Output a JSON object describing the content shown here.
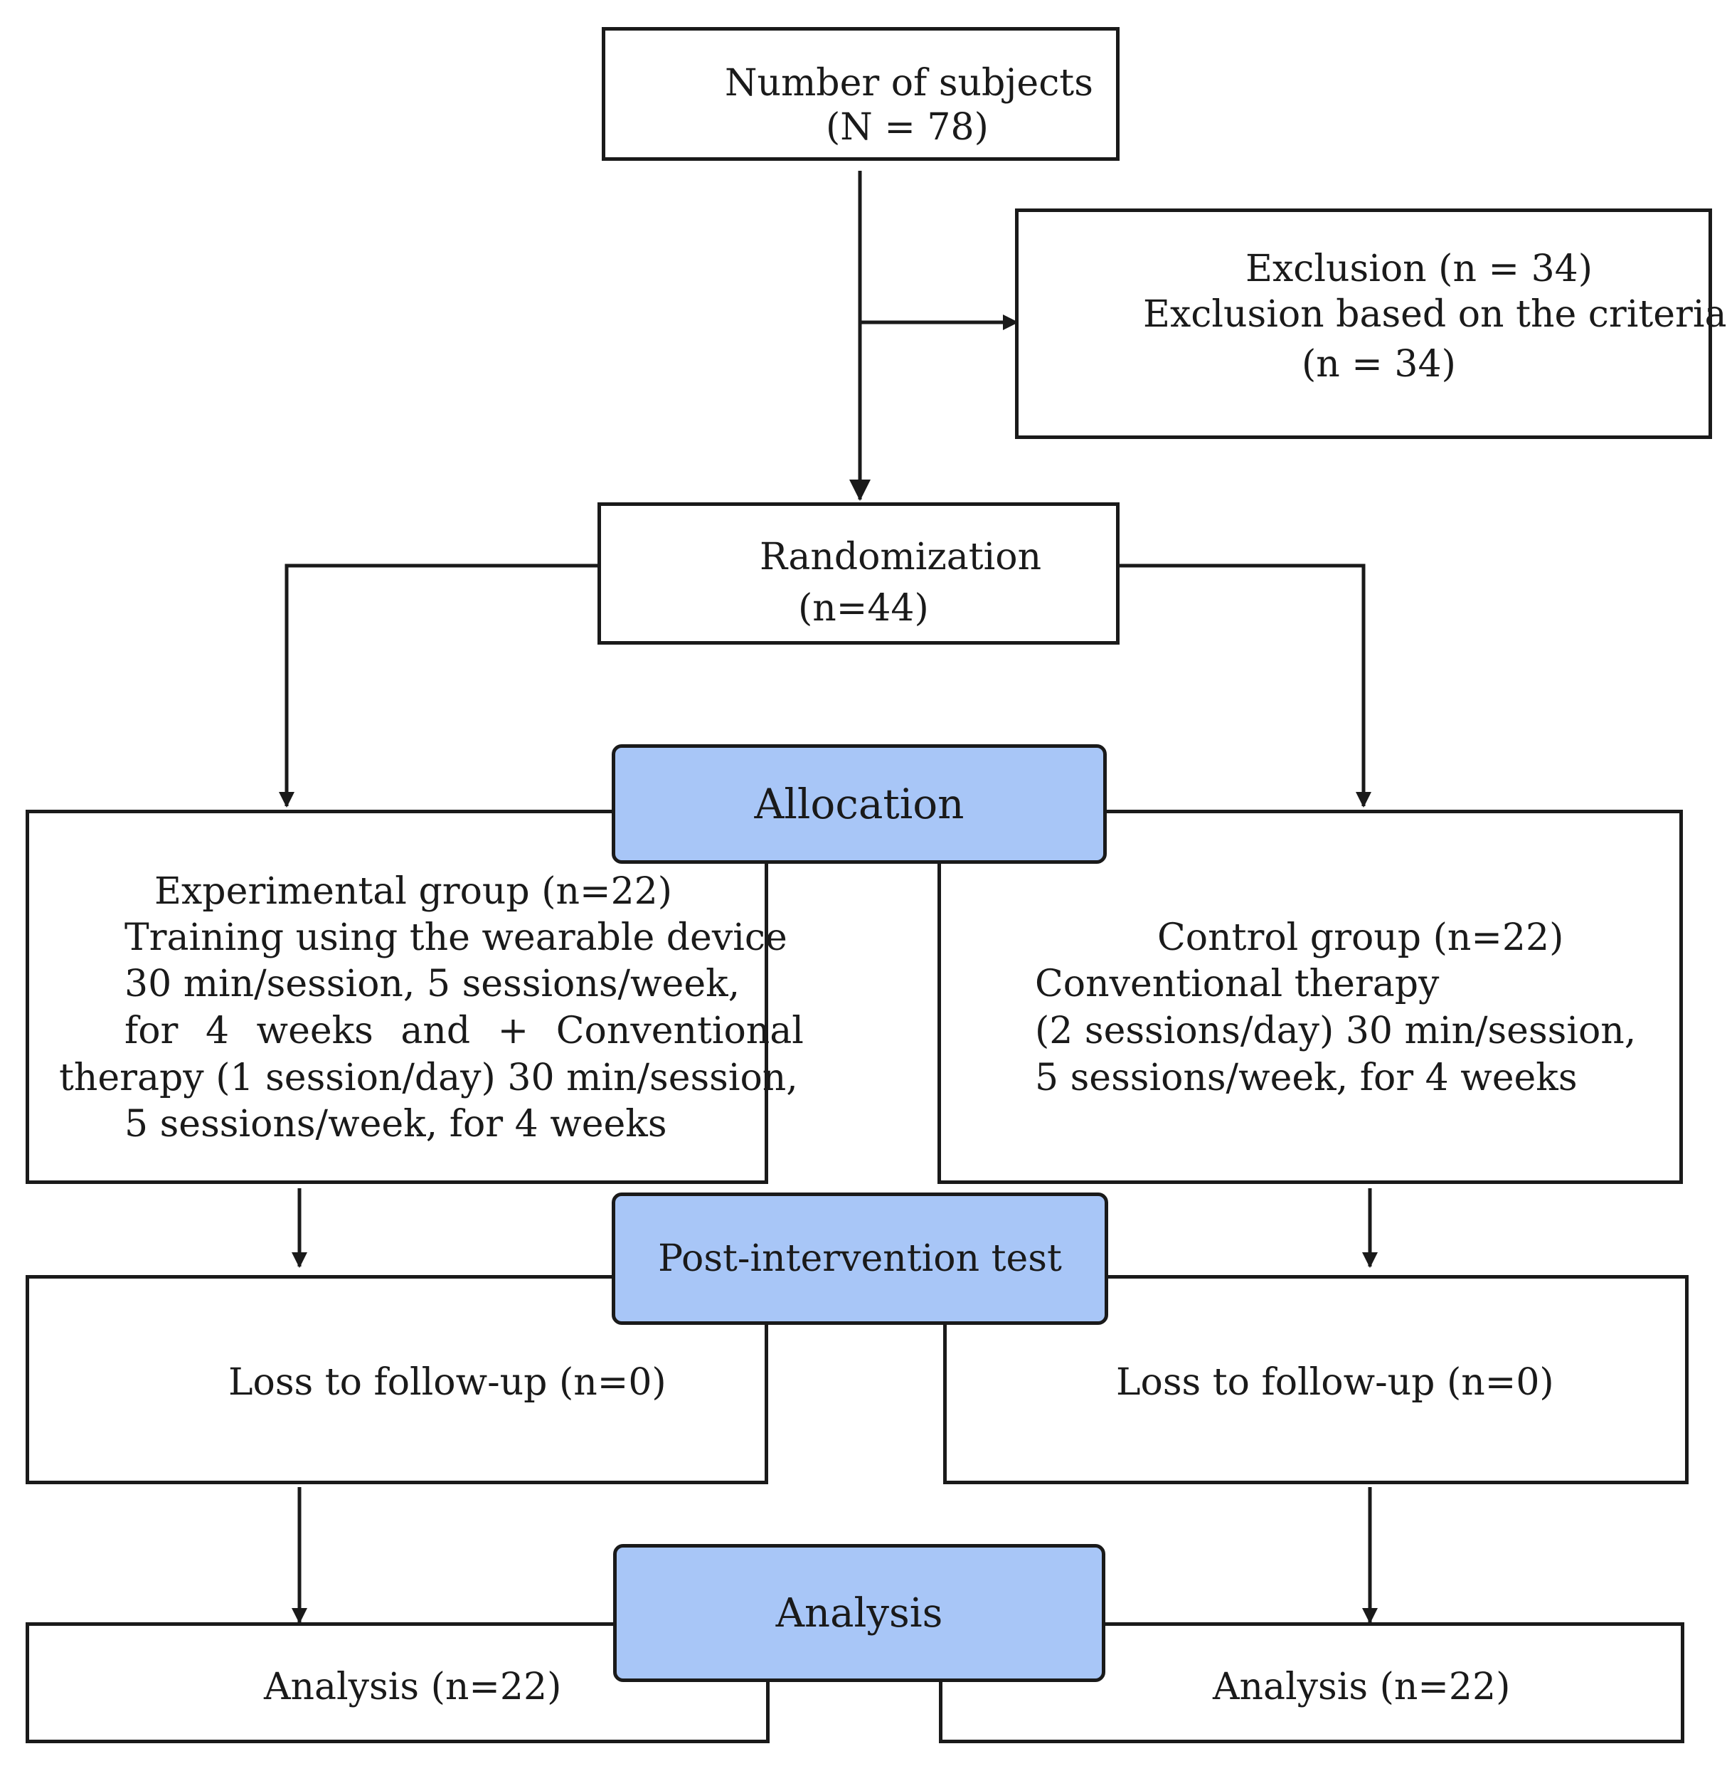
{
  "enrollment": {
    "line1": "Number of subjects",
    "line2": "(N = 78)"
  },
  "exclusion": {
    "line1": "Exclusion (n = 34)",
    "line2": "Exclusion based on the criteria",
    "line3": "(n = 34)"
  },
  "randomization": {
    "line1": "Randomization",
    "line2": "(n=44)"
  },
  "stages": {
    "allocation": "Allocation",
    "post_test": "Post-intervention test",
    "analysis": "Analysis"
  },
  "experimental": {
    "lines": [
      "Experimental group (n=22)",
      "Training using the wearable device",
      "30 min/session, 5 sessions/week,",
      "for 4 weeks and + Conventional",
      "therapy (1 session/day) 30 min/session,",
      "5 sessions/week, for 4 weeks"
    ],
    "loss": "Loss to follow-up (n=0)",
    "analysis": "Analysis (n=22)"
  },
  "control": {
    "lines": [
      "Control group (n=22)",
      "Conventional therapy",
      "(2 sessions/day) 30 min/session,",
      "5 sessions/week, for 4 weeks"
    ],
    "loss": "Loss to follow-up (n=0)",
    "analysis": "Analysis (n=22)"
  }
}
